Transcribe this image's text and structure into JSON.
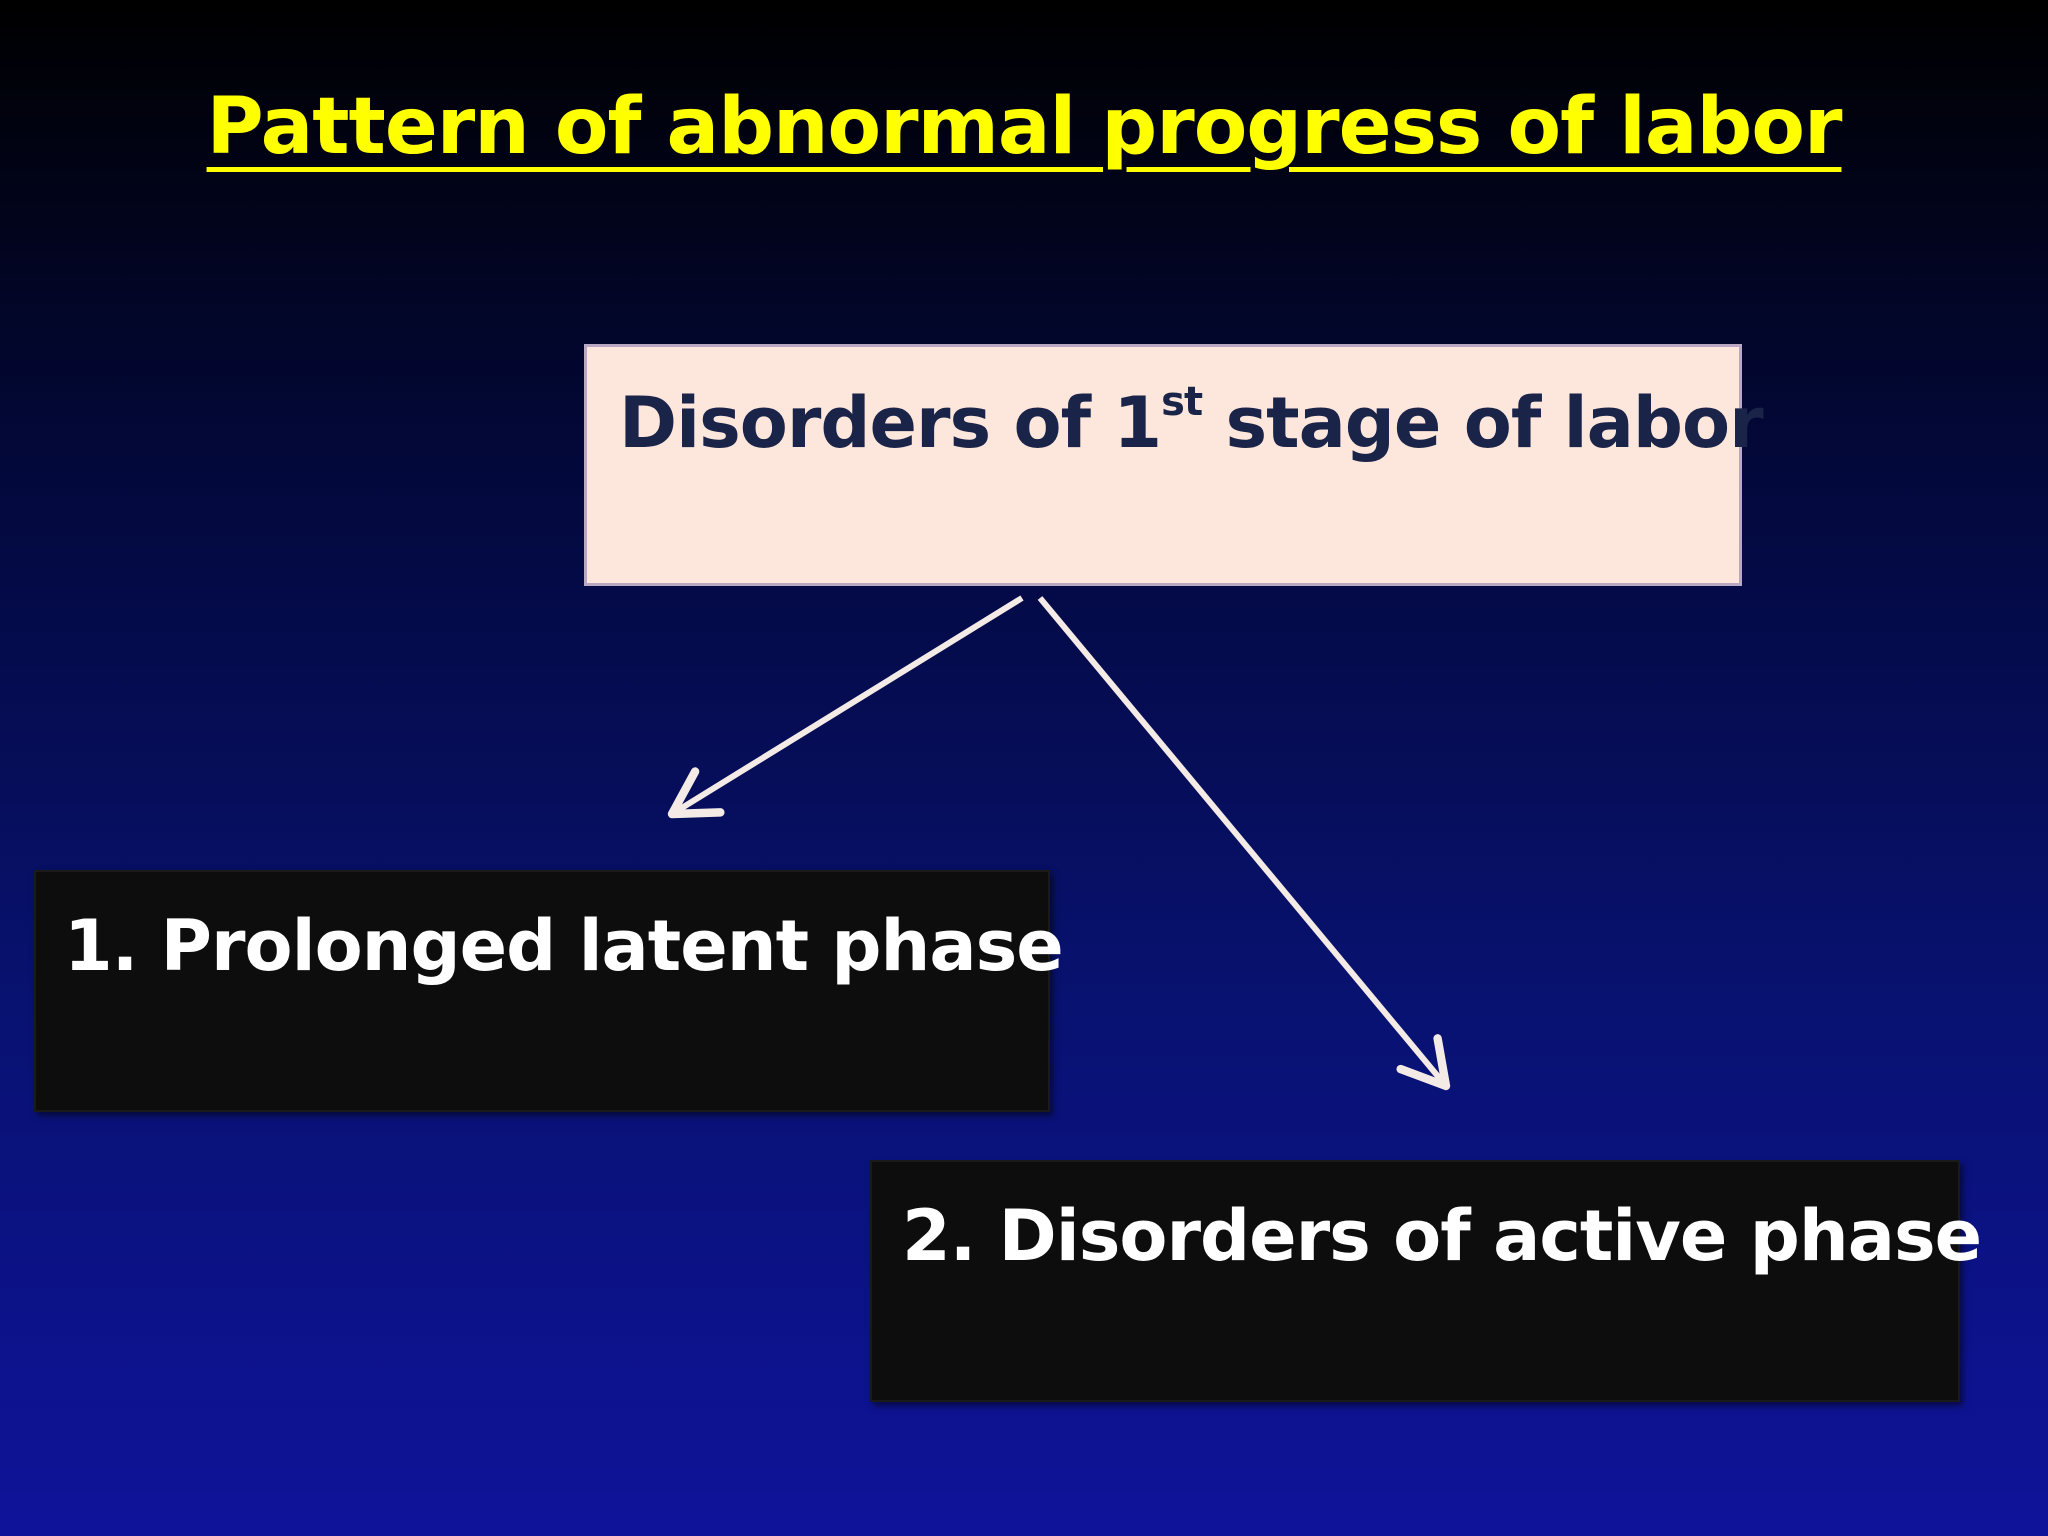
{
  "slide": {
    "title": "Pattern of abnormal progress of labor",
    "colors": {
      "title": "#ffff00",
      "top_box_fill": "#fde6dc",
      "top_box_text": "#1a2348",
      "dark_box_fill": "#0d0d0d",
      "dark_box_text": "#ffffff",
      "arrow": "#f4ebe6"
    }
  },
  "nodes": {
    "root": {
      "prefix": "Disorders of 1",
      "superscript": "st",
      "suffix": " stage of labor"
    },
    "child_1": {
      "label": "1. Prolonged latent phase"
    },
    "child_2": {
      "label": "2. Disorders of active phase"
    }
  },
  "edges": [
    {
      "from": "root",
      "to": "child_1"
    },
    {
      "from": "root",
      "to": "child_2"
    }
  ]
}
